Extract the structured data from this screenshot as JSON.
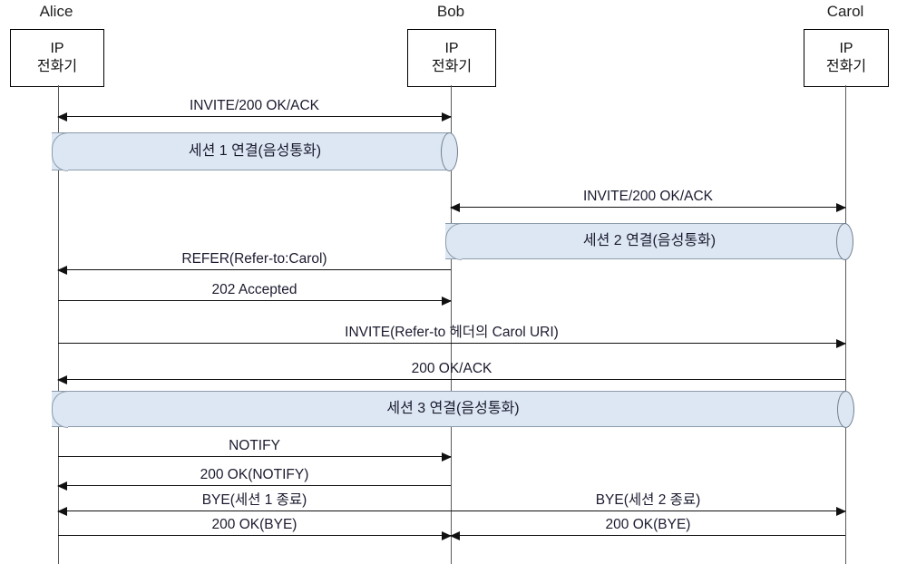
{
  "diagram": {
    "title": "SIP Call Transfer (REFER) Sequence Diagram",
    "accent_fill": "#dde7f3",
    "accent_stroke": "#8c9bab",
    "line_color": "#111111",
    "lifeline_color": "#5a5a5a"
  },
  "actors": [
    {
      "name": "Alice",
      "box_line1": "IP",
      "box_line2": "전화기"
    },
    {
      "name": "Bob",
      "box_line1": "IP",
      "box_line2": "전화기"
    },
    {
      "name": "Carol",
      "box_line1": "IP",
      "box_line2": "전화기"
    }
  ],
  "messages": [
    {
      "label": "INVITE/200 OK/ACK",
      "from": "Bob",
      "to": "Alice",
      "direction": "both"
    },
    {
      "label": "INVITE/200 OK/ACK",
      "from": "Bob",
      "to": "Carol",
      "direction": "both"
    },
    {
      "label": "REFER(Refer-to:Carol)",
      "from": "Bob",
      "to": "Alice",
      "direction": "left"
    },
    {
      "label": "202 Accepted",
      "from": "Alice",
      "to": "Bob",
      "direction": "right"
    },
    {
      "label": "INVITE(Refer-to 헤더의 Carol URI)",
      "from": "Alice",
      "to": "Carol",
      "direction": "right"
    },
    {
      "label": "200 OK/ACK",
      "from": "Carol",
      "to": "Alice",
      "direction": "left"
    },
    {
      "label": "NOTIFY",
      "from": "Alice",
      "to": "Bob",
      "direction": "right"
    },
    {
      "label": "200 OK(NOTIFY)",
      "from": "Bob",
      "to": "Alice",
      "direction": "left"
    },
    {
      "label": "BYE(세션 1 종료)",
      "from": "Bob",
      "to": "Alice",
      "direction": "left"
    },
    {
      "label": "BYE(세션 2 종료)",
      "from": "Bob",
      "to": "Carol",
      "direction": "right"
    },
    {
      "label": "200 OK(BYE)",
      "from": "Alice",
      "to": "Bob",
      "direction": "right"
    },
    {
      "label": "200 OK(BYE)",
      "from": "Carol",
      "to": "Bob",
      "direction": "left"
    }
  ],
  "sessions": [
    {
      "label": "세션 1 연결(음성통화)",
      "from": "Alice",
      "to": "Bob"
    },
    {
      "label": "세션 2 연결(음성통화)",
      "from": "Bob",
      "to": "Carol"
    },
    {
      "label": "세션 3 연결(음성통화)",
      "from": "Alice",
      "to": "Carol"
    }
  ]
}
